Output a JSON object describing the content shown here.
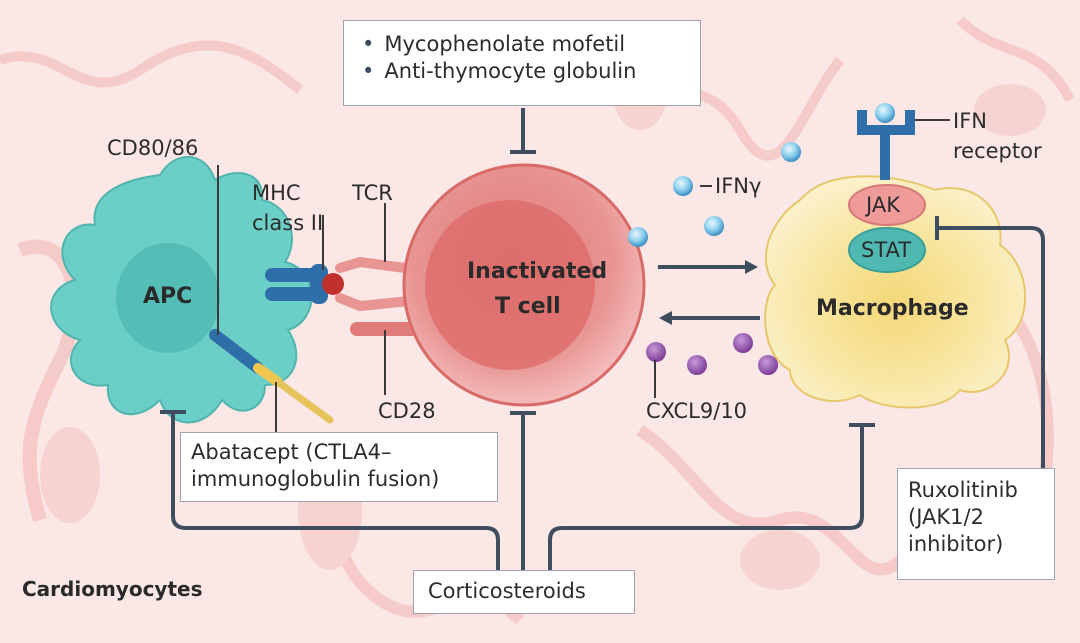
{
  "colors": {
    "background": "#fbe7e5",
    "muscle_fiber": "#f3c3c2",
    "apc": "#6ccfc7",
    "t_cell": "#e07b79",
    "macrophage": "#f8e7a0",
    "receptor_blue": "#2e6fa9",
    "inhibitor_line": "#3f4e5e",
    "ifn_gamma": "#8fd0ee",
    "chemokine": "#8b4aa6"
  },
  "drug_box_top": {
    "items": [
      "Mycophenolate mofetil",
      "Anti-thymocyte globulin"
    ]
  },
  "labels": {
    "apc": "APC",
    "t_cell_line1": "Inactivated",
    "t_cell_line2": "T cell",
    "macrophage": "Macrophage",
    "cardiomyocytes": "Cardiomyocytes",
    "cd80_86": "CD80/86",
    "mhc_line1": "MHC",
    "mhc_line2": "class II",
    "tcr": "TCR",
    "cd28": "CD28",
    "ifn_gamma": "IFNγ",
    "ifn_receptor_line1": "IFN",
    "ifn_receptor_line2": "receptor",
    "jak": "JAK",
    "stat": "STAT",
    "cxcl": "CXCL9/10"
  },
  "abatacept_box": {
    "line1": "Abatacept (CTLA4–",
    "line2": "immunoglobulin fusion)"
  },
  "ruxolitinib_box": {
    "line1": "Ruxolitinib",
    "line2": "(JAK1/2",
    "line3": "inhibitor)"
  },
  "corticosteroids_box": {
    "label": "Corticosteroids"
  }
}
